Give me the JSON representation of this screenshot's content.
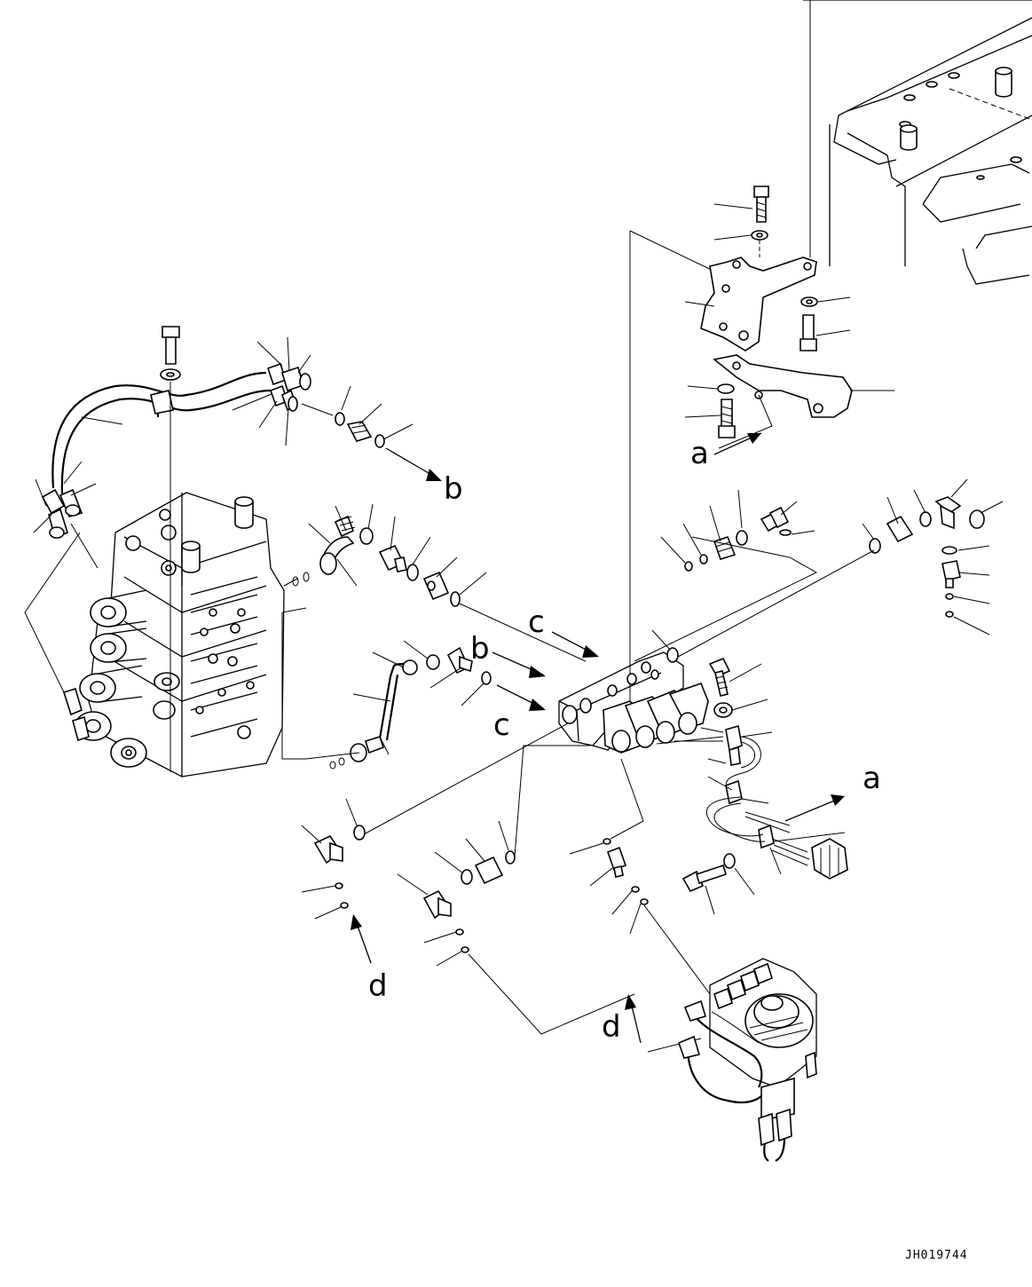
{
  "drawing_code": "JH019744",
  "callouts": {
    "a_top": "a",
    "a_right": "a",
    "b_top": "b",
    "b_mid": "b",
    "c_top": "c",
    "c_mid": "c",
    "d_left": "d",
    "d_right": "d"
  },
  "icons": [
    "arrow-icon",
    "bolt-icon",
    "washer-icon",
    "o-ring-icon",
    "fitting-icon",
    "hose-icon"
  ]
}
